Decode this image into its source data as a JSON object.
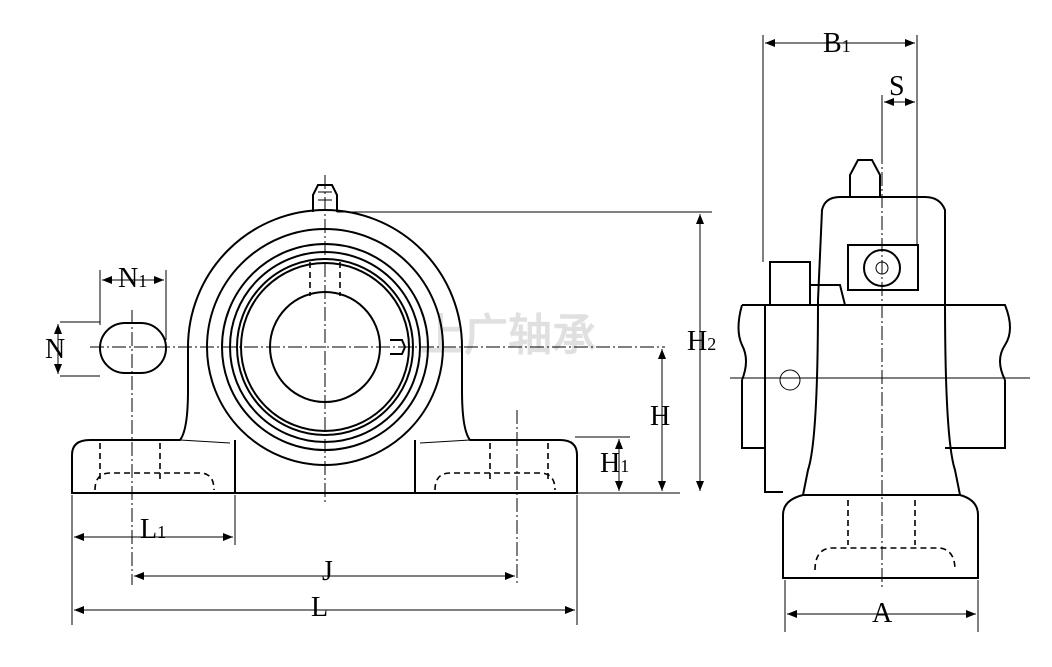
{
  "watermark": "上广轴承",
  "labels": {
    "B1": {
      "base": "B",
      "sub": "1"
    },
    "S": {
      "base": "S"
    },
    "N1": {
      "base": "N",
      "sub": "1"
    },
    "N": {
      "base": "N"
    },
    "H2": {
      "base": "H",
      "sub": "2"
    },
    "H": {
      "base": "H"
    },
    "H1": {
      "base": "H",
      "sub": "1"
    },
    "L1": {
      "base": "L",
      "sub": "1"
    },
    "J": {
      "base": "J"
    },
    "L": {
      "base": "L"
    },
    "A": {
      "base": "A"
    }
  }
}
